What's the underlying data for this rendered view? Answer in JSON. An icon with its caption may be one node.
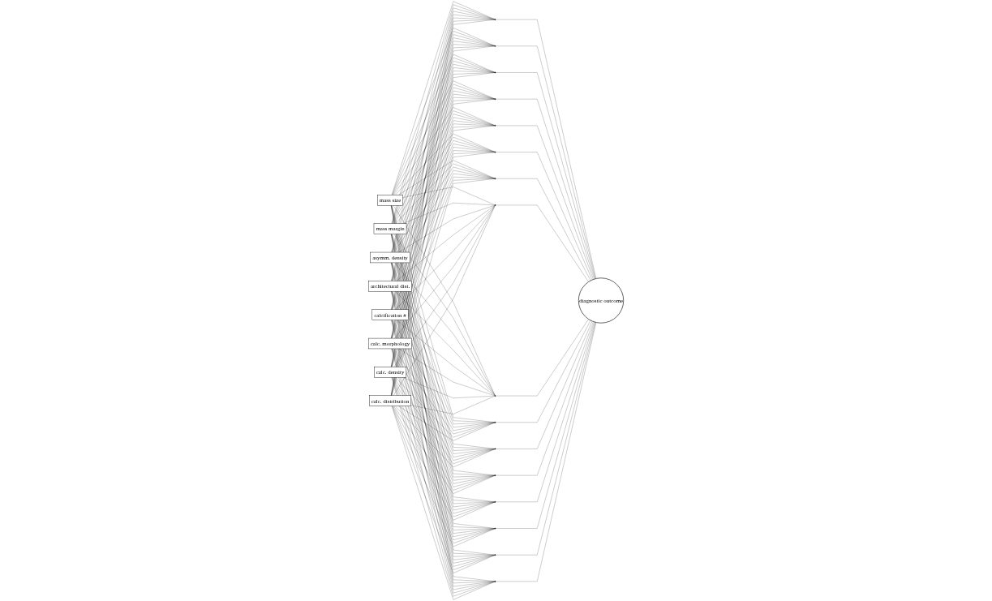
{
  "diagram": {
    "nodes": [
      {
        "text": [
          "mass size"
        ]
      },
      {
        "text": [
          "mass margin"
        ]
      },
      {
        "text": [
          "asymm. density"
        ]
      },
      {
        "text": [
          "architectural dist."
        ]
      },
      {
        "text": [
          "calcification #"
        ]
      },
      {
        "text": [
          "calc. morphology"
        ]
      },
      {
        "text": [
          "calc. density"
        ]
      },
      {
        "text": [
          "calc. distribution"
        ]
      },
      {
        "text": [],
        "shape": "circle"
      },
      {
        "text": [],
        "shape": "circle"
      },
      {
        "text": [],
        "shape": "circle"
      },
      {
        "text": [],
        "shape": "circle"
      },
      {
        "text": [],
        "shape": "circle"
      },
      {
        "text": [],
        "shape": "circle"
      },
      {
        "text": [],
        "shape": "circle"
      },
      {
        "text": [],
        "shape": "circle"
      },
      {
        "text": [],
        "shape": "circle"
      },
      {
        "text": [],
        "shape": "circle"
      },
      {
        "text": [],
        "shape": "circle"
      },
      {
        "text": [],
        "shape": "circle"
      },
      {
        "text": [],
        "shape": "circle"
      },
      {
        "text": [],
        "shape": "circle"
      },
      {
        "text": [],
        "shape": "circle"
      },
      {
        "text": [],
        "shape": "circle"
      },
      {
        "text": [
          "diagnostic outcome"
        ]
      }
    ],
    "edges": [
      {
        "from": 0,
        "to": 8,
        "arrow": "none"
      },
      {
        "from": 0,
        "to": 9,
        "arrow": "none"
      },
      {
        "from": 0,
        "to": 10,
        "arrow": "none"
      },
      {
        "from": 0,
        "to": 11,
        "arrow": "none"
      },
      {
        "from": 0,
        "to": 12,
        "arrow": "none"
      },
      {
        "from": 0,
        "to": 13,
        "arrow": "none"
      },
      {
        "from": 0,
        "to": 14,
        "arrow": "none"
      },
      {
        "from": 0,
        "to": 15,
        "arrow": "none"
      },
      {
        "from": 0,
        "to": 16,
        "arrow": "none"
      },
      {
        "from": 0,
        "to": 17,
        "arrow": "none"
      },
      {
        "from": 0,
        "to": 18,
        "arrow": "none"
      },
      {
        "from": 0,
        "to": 19,
        "arrow": "none"
      },
      {
        "from": 0,
        "to": 20,
        "arrow": "none"
      },
      {
        "from": 0,
        "to": 21,
        "arrow": "none"
      },
      {
        "from": 0,
        "to": 22,
        "arrow": "none"
      },
      {
        "from": 0,
        "to": 23,
        "arrow": "none"
      },
      {
        "from": 1,
        "to": 8,
        "arrow": "none"
      },
      {
        "from": 1,
        "to": 9,
        "arrow": "none"
      },
      {
        "from": 1,
        "to": 10,
        "arrow": "none"
      },
      {
        "from": 1,
        "to": 11,
        "arrow": "none"
      },
      {
        "from": 1,
        "to": 12,
        "arrow": "none"
      },
      {
        "from": 1,
        "to": 13,
        "arrow": "none"
      },
      {
        "from": 1,
        "to": 14,
        "arrow": "none"
      },
      {
        "from": 1,
        "to": 15,
        "arrow": "none"
      },
      {
        "from": 1,
        "to": 16,
        "arrow": "none"
      },
      {
        "from": 1,
        "to": 17,
        "arrow": "none"
      },
      {
        "from": 1,
        "to": 18,
        "arrow": "none"
      },
      {
        "from": 1,
        "to": 19,
        "arrow": "none"
      },
      {
        "from": 1,
        "to": 20,
        "arrow": "none"
      },
      {
        "from": 1,
        "to": 21,
        "arrow": "none"
      },
      {
        "from": 1,
        "to": 22,
        "arrow": "none"
      },
      {
        "from": 1,
        "to": 23,
        "arrow": "none"
      },
      {
        "from": 2,
        "to": 8,
        "arrow": "none"
      },
      {
        "from": 2,
        "to": 9,
        "arrow": "none"
      },
      {
        "from": 2,
        "to": 10,
        "arrow": "none"
      },
      {
        "from": 2,
        "to": 11,
        "arrow": "none"
      },
      {
        "from": 2,
        "to": 12,
        "arrow": "none"
      },
      {
        "from": 2,
        "to": 13,
        "arrow": "none"
      },
      {
        "from": 2,
        "to": 14,
        "arrow": "none"
      },
      {
        "from": 2,
        "to": 15,
        "arrow": "none"
      },
      {
        "from": 2,
        "to": 16,
        "arrow": "none"
      },
      {
        "from": 2,
        "to": 17,
        "arrow": "none"
      },
      {
        "from": 2,
        "to": 18,
        "arrow": "none"
      },
      {
        "from": 2,
        "to": 19,
        "arrow": "none"
      },
      {
        "from": 2,
        "to": 20,
        "arrow": "none"
      },
      {
        "from": 2,
        "to": 21,
        "arrow": "none"
      },
      {
        "from": 2,
        "to": 22,
        "arrow": "none"
      },
      {
        "from": 2,
        "to": 23,
        "arrow": "none"
      },
      {
        "from": 3,
        "to": 8,
        "arrow": "none"
      },
      {
        "from": 3,
        "to": 9,
        "arrow": "none"
      },
      {
        "from": 3,
        "to": 10,
        "arrow": "none"
      },
      {
        "from": 3,
        "to": 11,
        "arrow": "none"
      },
      {
        "from": 3,
        "to": 12,
        "arrow": "none"
      },
      {
        "from": 3,
        "to": 13,
        "arrow": "none"
      },
      {
        "from": 3,
        "to": 14,
        "arrow": "none"
      },
      {
        "from": 3,
        "to": 15,
        "arrow": "none"
      },
      {
        "from": 3,
        "to": 16,
        "arrow": "none"
      },
      {
        "from": 3,
        "to": 17,
        "arrow": "none"
      },
      {
        "from": 3,
        "to": 18,
        "arrow": "none"
      },
      {
        "from": 3,
        "to": 19,
        "arrow": "none"
      },
      {
        "from": 3,
        "to": 20,
        "arrow": "none"
      },
      {
        "from": 3,
        "to": 21,
        "arrow": "none"
      },
      {
        "from": 3,
        "to": 22,
        "arrow": "none"
      },
      {
        "from": 3,
        "to": 23,
        "arrow": "none"
      },
      {
        "from": 4,
        "to": 8,
        "arrow": "none"
      },
      {
        "from": 4,
        "to": 9,
        "arrow": "none"
      },
      {
        "from": 4,
        "to": 10,
        "arrow": "none"
      },
      {
        "from": 4,
        "to": 11,
        "arrow": "none"
      },
      {
        "from": 4,
        "to": 12,
        "arrow": "none"
      },
      {
        "from": 4,
        "to": 13,
        "arrow": "none"
      },
      {
        "from": 4,
        "to": 14,
        "arrow": "none"
      },
      {
        "from": 4,
        "to": 15,
        "arrow": "none"
      },
      {
        "from": 4,
        "to": 16,
        "arrow": "none"
      },
      {
        "from": 4,
        "to": 17,
        "arrow": "none"
      },
      {
        "from": 4,
        "to": 18,
        "arrow": "none"
      },
      {
        "from": 4,
        "to": 19,
        "arrow": "none"
      },
      {
        "from": 4,
        "to": 20,
        "arrow": "none"
      },
      {
        "from": 4,
        "to": 21,
        "arrow": "none"
      },
      {
        "from": 4,
        "to": 22,
        "arrow": "none"
      },
      {
        "from": 4,
        "to": 23,
        "arrow": "none"
      },
      {
        "from": 5,
        "to": 8,
        "arrow": "none"
      },
      {
        "from": 5,
        "to": 9,
        "arrow": "none"
      },
      {
        "from": 5,
        "to": 10,
        "arrow": "none"
      },
      {
        "from": 5,
        "to": 11,
        "arrow": "none"
      },
      {
        "from": 5,
        "to": 12,
        "arrow": "none"
      },
      {
        "from": 5,
        "to": 13,
        "arrow": "none"
      },
      {
        "from": 5,
        "to": 14,
        "arrow": "none"
      },
      {
        "from": 5,
        "to": 15,
        "arrow": "none"
      },
      {
        "from": 5,
        "to": 16,
        "arrow": "none"
      },
      {
        "from": 5,
        "to": 17,
        "arrow": "none"
      },
      {
        "from": 5,
        "to": 18,
        "arrow": "none"
      },
      {
        "from": 5,
        "to": 19,
        "arrow": "none"
      },
      {
        "from": 5,
        "to": 20,
        "arrow": "none"
      },
      {
        "from": 5,
        "to": 21,
        "arrow": "none"
      },
      {
        "from": 5,
        "to": 22,
        "arrow": "none"
      },
      {
        "from": 5,
        "to": 23,
        "arrow": "none"
      },
      {
        "from": 6,
        "to": 8,
        "arrow": "none"
      },
      {
        "from": 6,
        "to": 9,
        "arrow": "none"
      },
      {
        "from": 6,
        "to": 10,
        "arrow": "none"
      },
      {
        "from": 6,
        "to": 11,
        "arrow": "none"
      },
      {
        "from": 6,
        "to": 12,
        "arrow": "none"
      },
      {
        "from": 6,
        "to": 13,
        "arrow": "none"
      },
      {
        "from": 6,
        "to": 14,
        "arrow": "none"
      },
      {
        "from": 6,
        "to": 15,
        "arrow": "none"
      },
      {
        "from": 6,
        "to": 16,
        "arrow": "none"
      },
      {
        "from": 6,
        "to": 17,
        "arrow": "none"
      },
      {
        "from": 6,
        "to": 18,
        "arrow": "none"
      },
      {
        "from": 6,
        "to": 19,
        "arrow": "none"
      },
      {
        "from": 6,
        "to": 20,
        "arrow": "none"
      },
      {
        "from": 6,
        "to": 21,
        "arrow": "none"
      },
      {
        "from": 6,
        "to": 22,
        "arrow": "none"
      },
      {
        "from": 6,
        "to": 23,
        "arrow": "none"
      },
      {
        "from": 7,
        "to": 8,
        "arrow": "none"
      },
      {
        "from": 7,
        "to": 9,
        "arrow": "none"
      },
      {
        "from": 7,
        "to": 10,
        "arrow": "none"
      },
      {
        "from": 7,
        "to": 11,
        "arrow": "none"
      },
      {
        "from": 7,
        "to": 12,
        "arrow": "none"
      },
      {
        "from": 7,
        "to": 13,
        "arrow": "none"
      },
      {
        "from": 7,
        "to": 14,
        "arrow": "none"
      },
      {
        "from": 7,
        "to": 15,
        "arrow": "none"
      },
      {
        "from": 7,
        "to": 16,
        "arrow": "none"
      },
      {
        "from": 7,
        "to": 17,
        "arrow": "none"
      },
      {
        "from": 7,
        "to": 18,
        "arrow": "none"
      },
      {
        "from": 7,
        "to": 19,
        "arrow": "none"
      },
      {
        "from": 7,
        "to": 20,
        "arrow": "none"
      },
      {
        "from": 7,
        "to": 21,
        "arrow": "none"
      },
      {
        "from": 7,
        "to": 22,
        "arrow": "none"
      },
      {
        "from": 7,
        "to": 23,
        "arrow": "none"
      },
      {
        "from": 8,
        "to": 24,
        "arrow": "none"
      },
      {
        "from": 9,
        "to": 24,
        "arrow": "none"
      },
      {
        "from": 10,
        "to": 24,
        "arrow": "none"
      },
      {
        "from": 11,
        "to": 24,
        "arrow": "none"
      },
      {
        "from": 12,
        "to": 24,
        "arrow": "none"
      },
      {
        "from": 13,
        "to": 24,
        "arrow": "none"
      },
      {
        "from": 14,
        "to": 24,
        "arrow": "none"
      },
      {
        "from": 15,
        "to": 24,
        "arrow": "none"
      },
      {
        "from": 16,
        "to": 24,
        "arrow": "none"
      },
      {
        "from": 17,
        "to": 24,
        "arrow": "none"
      },
      {
        "from": 18,
        "to": 24,
        "arrow": "none"
      },
      {
        "from": 19,
        "to": 24,
        "arrow": "none"
      },
      {
        "from": 20,
        "to": 24,
        "arrow": "none"
      },
      {
        "from": 21,
        "to": 24,
        "arrow": "none"
      },
      {
        "from": 22,
        "to": 24,
        "arrow": "none"
      },
      {
        "from": 23,
        "to": 24,
        "arrow": "none"
      }
    ]
  }
}
